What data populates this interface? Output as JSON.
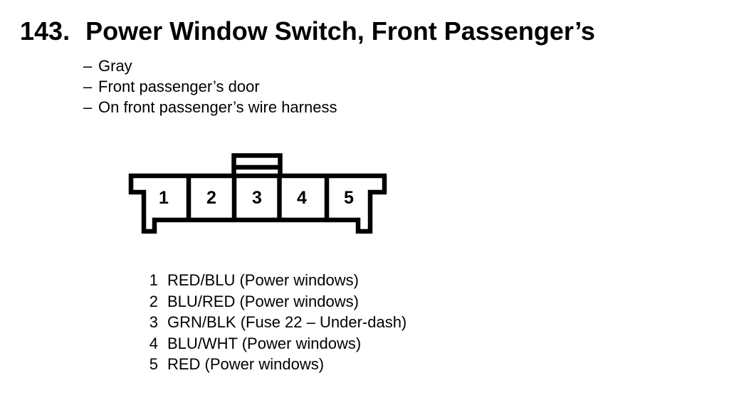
{
  "page": {
    "item_number": "143.",
    "title": "Power Window Switch, Front Passenger’s"
  },
  "notes": {
    "bullet_char": "–",
    "items": [
      "Gray",
      "Front passenger’s door",
      "On front passenger’s wire harness"
    ]
  },
  "connector": {
    "pins": [
      {
        "number": "1",
        "wire_color": "RED/BLU",
        "function": "(Power windows)"
      },
      {
        "number": "2",
        "wire_color": "BLU/RED",
        "function": "(Power windows)"
      },
      {
        "number": "3",
        "wire_color": "GRN/BLK",
        "function": "(Fuse 22 – Under-dash)"
      },
      {
        "number": "4",
        "wire_color": "BLU/WHT",
        "function": "(Power windows)"
      },
      {
        "number": "5",
        "wire_color": "RED",
        "function": "(Power windows)"
      }
    ]
  },
  "colors": {
    "ink": "#000000",
    "background": "#ffffff"
  }
}
